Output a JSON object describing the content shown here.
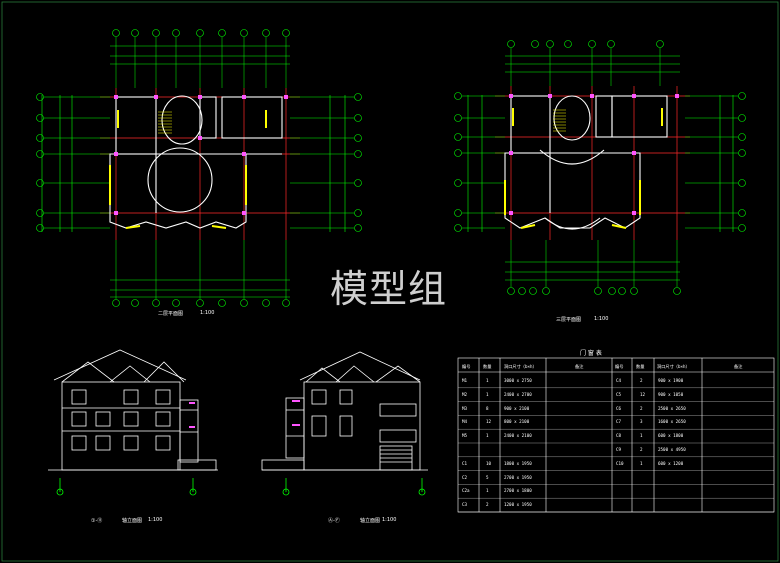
{
  "watermark": "模型组",
  "plans": {
    "plan1_title": "二层平面图",
    "plan1_scale": "1:100",
    "plan2_title": "三层平面图",
    "plan2_scale": "1:100"
  },
  "elevations": {
    "elev1_tag": "①-⑪",
    "elev1_title": "轴立面图",
    "elev1_scale": "1:100",
    "elev2_tag": "Ⓐ-Ⓕ",
    "elev2_title": "轴立面图",
    "elev2_scale": "1:100"
  },
  "door_window_table": {
    "title": "门 窗 表",
    "headers": [
      "编号",
      "数量",
      "洞口尺寸（b×h）",
      "备注",
      "编号",
      "数量",
      "洞口尺寸（b×h）",
      "备注"
    ],
    "rows": [
      [
        "M1",
        "1",
        "3000 x 2750",
        "",
        "C4",
        "2",
        "900 x 1900",
        ""
      ],
      [
        "M2",
        "1",
        "2400 x 2700",
        "",
        "C5",
        "12",
        "900 x 1050",
        ""
      ],
      [
        "M3",
        "8",
        "900 x 2100",
        "",
        "C6",
        "2",
        "2500 x 2650",
        ""
      ],
      [
        "M4",
        "12",
        "800 x 2100",
        "",
        "C7",
        "3",
        "1600 x 2650",
        ""
      ],
      [
        "M5",
        "1",
        "2400 x 2100",
        "",
        "C8",
        "1",
        "600 x 1800",
        ""
      ],
      [
        "",
        "",
        "",
        "",
        "C9",
        "2",
        "2500 x 4950",
        ""
      ],
      [
        "C1",
        "10",
        "1800 x 1950",
        "",
        "C10",
        "1",
        "600 x 1200",
        ""
      ],
      [
        "C2",
        "5",
        "2700 x 1950",
        "",
        "",
        "",
        "",
        ""
      ],
      [
        "C2a",
        "1",
        "2700 x 1800",
        "",
        "",
        "",
        "",
        ""
      ],
      [
        "C3",
        "2",
        "1200 x 1950",
        "",
        "",
        "",
        "",
        ""
      ]
    ]
  },
  "colors": {
    "background": "#000000",
    "green": "#00ff00",
    "red": "#ff2a2a",
    "yellow": "#ffff00",
    "cyan": "#00ffff",
    "magenta": "#ff55ff",
    "white": "#ffffff"
  }
}
